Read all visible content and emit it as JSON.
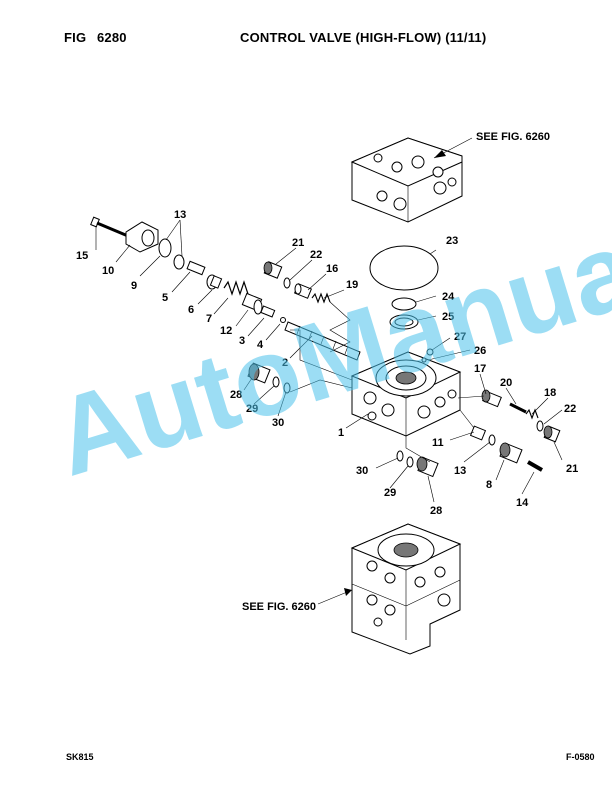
{
  "header": {
    "fig_label": "FIG",
    "fig_number": "6280",
    "title": "CONTROL VALVE (HIGH-FLOW) (11/11)"
  },
  "references": {
    "top": "SEE FIG. 6260",
    "bottom": "SEE FIG. 6260"
  },
  "watermark": "AutoManual",
  "callouts": {
    "n1": "1",
    "n2": "2",
    "n3": "3",
    "n4": "4",
    "n5": "5",
    "n6": "6",
    "n7": "7",
    "n8": "8",
    "n9": "9",
    "n10": "10",
    "n11a": "11",
    "n12": "12",
    "n13a": "13",
    "n13b": "13",
    "n14": "14",
    "n15": "15",
    "n16": "16",
    "n17": "17",
    "n18": "18",
    "n19": "19",
    "n20": "20",
    "n21a": "21",
    "n21b": "21",
    "n22a": "22",
    "n22b": "22",
    "n23": "23",
    "n24": "24",
    "n25": "25",
    "n26": "26",
    "n27": "27",
    "n28a": "28",
    "n28b": "28",
    "n29a": "29",
    "n29b": "29",
    "n30a": "30",
    "n30b": "30"
  },
  "footer": {
    "left": "SK815",
    "right": "F-0580"
  },
  "colors": {
    "watermark": "#4cc3ec",
    "ink": "#000000"
  }
}
